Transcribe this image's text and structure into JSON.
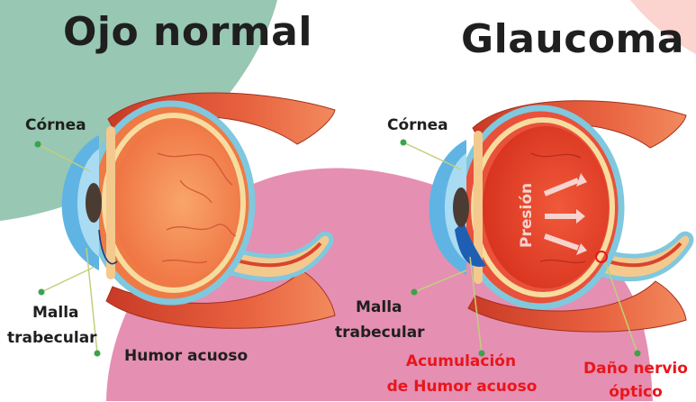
{
  "titles": {
    "normal": "Ojo normal",
    "glaucoma": "Glaucoma"
  },
  "labels": {
    "cornea_normal": "Córnea",
    "malla_normal_1": "Malla",
    "malla_normal_2": "trabecular",
    "humor_normal": "Humor acuoso",
    "cornea_glaucoma": "Córnea",
    "malla_glaucoma_1": "Malla",
    "malla_glaucoma_2": "trabecular",
    "acumulacion_1": "Acumulación",
    "acumulacion_2": "de Humor acuoso",
    "dano_1": "Daño nervio",
    "dano_2": "óptico",
    "presion": "Presión"
  },
  "colors": {
    "teal_blob": "#98c7b3",
    "pink_blob": "#e58fb2",
    "sclera_orange": "#ee7a45",
    "muscle_red": "#d9442e",
    "cornea_blue": "#5fb4e3",
    "accent_red": "#e8161b",
    "dot_green": "#3aa34b"
  }
}
